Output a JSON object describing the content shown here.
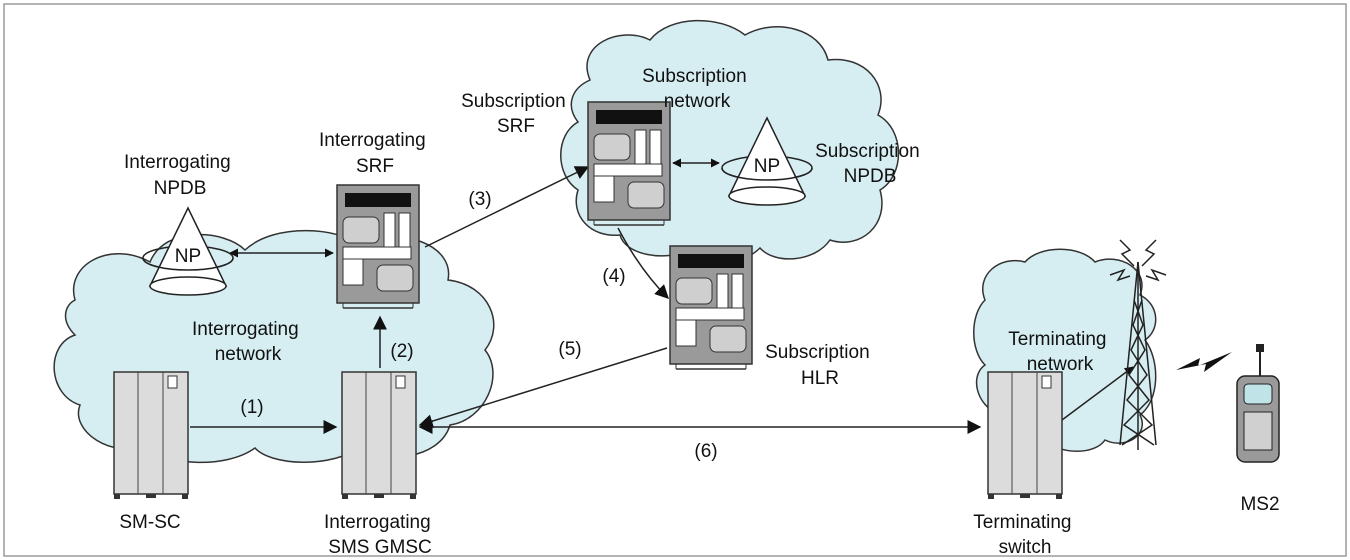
{
  "labels": {
    "interrogating_npdb": [
      "Interrogating",
      "NPDB"
    ],
    "interrogating_srf": [
      "Interrogating",
      "SRF"
    ],
    "subscription_srf": [
      "Subscription",
      "SRF"
    ],
    "subscription_network": [
      "Subscription",
      "network"
    ],
    "subscription_npdb": [
      "Subscription",
      "NPDB"
    ],
    "interrogating_network": [
      "Interrogating",
      "network"
    ],
    "subscription_hlr": [
      "Subscription",
      "HLR"
    ],
    "terminating_network": [
      "Terminating",
      "network"
    ],
    "sm_sc": [
      "SM-SC"
    ],
    "interrogating_gmsc": [
      "Interrogating",
      "SMS GMSC"
    ],
    "terminating_switch": [
      "Terminating",
      "switch"
    ],
    "ms2": [
      "MS2"
    ],
    "np_left": "NP",
    "np_right": "NP"
  },
  "steps": {
    "s1": "(1)",
    "s2": "(2)",
    "s3": "(3)",
    "s4": "(4)",
    "s5": "(5)",
    "s6": "(6)"
  },
  "colors": {
    "cloud": "#d6eef2",
    "frame": "#9a9a9a",
    "server_body": "#9a9a9a",
    "server_screen": "#111111",
    "switch_body": "#dcdcdc",
    "line": "#222222"
  }
}
